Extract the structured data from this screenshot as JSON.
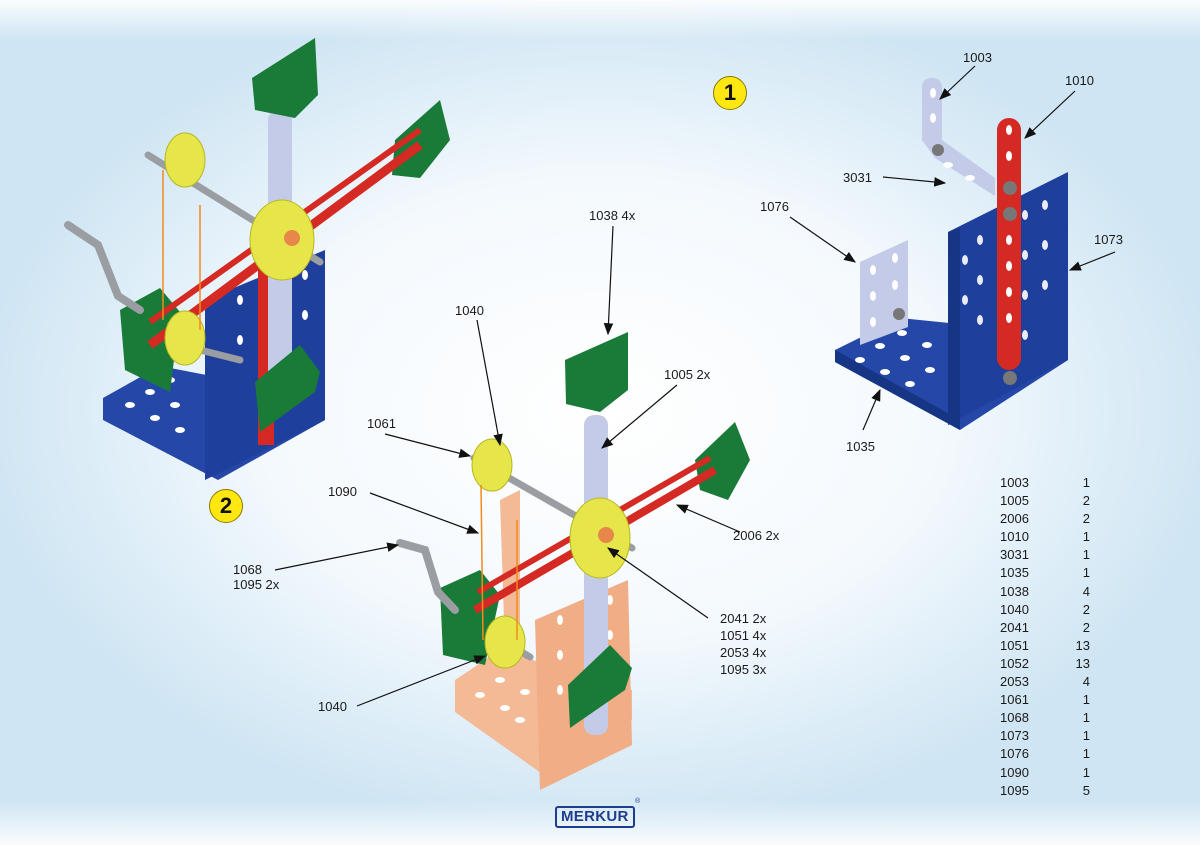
{
  "brand": {
    "logo_text": "MERKUR",
    "registered_mark": "®",
    "color": "#1e3d8f"
  },
  "steps": [
    {
      "number": "1",
      "color": "#ffe812"
    },
    {
      "number": "2",
      "color": "#ffe812"
    }
  ],
  "colors": {
    "plate_blue": "#1f3f9c",
    "plate_peach": "#f4b995",
    "strip_red": "#d42a23",
    "strip_lavender": "#b9c2e6",
    "flat_green": "#1a7a38",
    "pulley_yellow": "#e6e64a",
    "axle_grey": "#9a9ea3",
    "cord_orange": "#f28a1e"
  },
  "step1_callouts": [
    {
      "id": "1003",
      "text": "1003"
    },
    {
      "id": "1010",
      "text": "1010"
    },
    {
      "id": "3031",
      "text": "3031"
    },
    {
      "id": "1076",
      "text": "1076"
    },
    {
      "id": "1073",
      "text": "1073"
    },
    {
      "id": "1035",
      "text": "1035"
    }
  ],
  "step2_callouts": [
    {
      "id": "1038",
      "text": "1038 4x"
    },
    {
      "id": "1040_top",
      "text": "1040"
    },
    {
      "id": "1005",
      "text": "1005 2x"
    },
    {
      "id": "1061",
      "text": "1061"
    },
    {
      "id": "1090",
      "text": "1090"
    },
    {
      "id": "2006",
      "text": "2006 2x"
    },
    {
      "id": "1068",
      "lines": [
        "1068",
        "1095 2x"
      ]
    },
    {
      "id": "hub_group",
      "lines": [
        "2041 2x",
        "1051 4x",
        "2053 4x",
        "1095 3x"
      ]
    },
    {
      "id": "1040_bottom",
      "text": "1040"
    }
  ],
  "parts_list": [
    {
      "part": "1003",
      "qty": "1"
    },
    {
      "part": "1005",
      "qty": "2"
    },
    {
      "part": "2006",
      "qty": "2"
    },
    {
      "part": "1010",
      "qty": "1"
    },
    {
      "part": "3031",
      "qty": "1"
    },
    {
      "part": "1035",
      "qty": "1"
    },
    {
      "part": "1038",
      "qty": "4"
    },
    {
      "part": "1040",
      "qty": "2"
    },
    {
      "part": "2041",
      "qty": "2"
    },
    {
      "part": "1051",
      "qty": "13"
    },
    {
      "part": "1052",
      "qty": "13"
    },
    {
      "part": "2053",
      "qty": "4"
    },
    {
      "part": "1061",
      "qty": "1"
    },
    {
      "part": "1068",
      "qty": "1"
    },
    {
      "part": "1073",
      "qty": "1"
    },
    {
      "part": "1076",
      "qty": "1"
    },
    {
      "part": "1090",
      "qty": "1"
    },
    {
      "part": "1095",
      "qty": "5"
    }
  ]
}
